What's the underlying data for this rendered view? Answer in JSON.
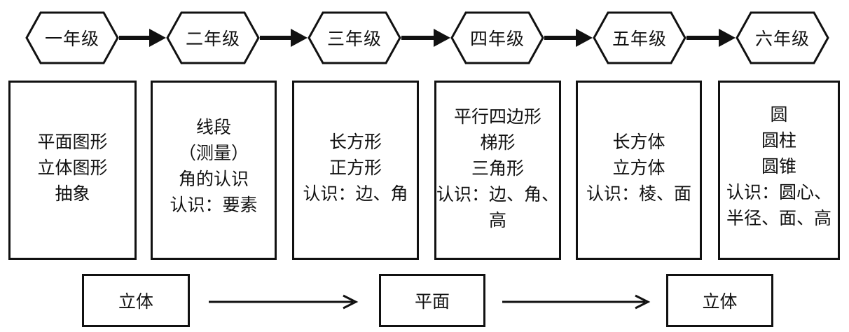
{
  "grades": [
    {
      "label": "一年级",
      "lines": [
        "平面图形",
        "立体图形",
        "抽象"
      ]
    },
    {
      "label": "二年级",
      "lines": [
        "线段",
        "（测量）",
        "角的认识",
        "认识：要素"
      ]
    },
    {
      "label": "三年级",
      "lines": [
        "长方形",
        "正方形",
        "认识：边、角"
      ]
    },
    {
      "label": "四年级",
      "lines": [
        "平行四边形",
        "梯形",
        "三角形",
        "认识：边、角、",
        "高"
      ]
    },
    {
      "label": "五年级",
      "lines": [
        "长方体",
        "立方体",
        "认识：棱、面"
      ]
    },
    {
      "label": "六年级",
      "lines": [
        "圆",
        "圆柱",
        "圆锥",
        "认识：圆心、",
        "半径、面、高"
      ]
    }
  ],
  "progression": [
    "立体",
    "平面",
    "立体"
  ],
  "colors": {
    "stroke": "#111111",
    "background": "#ffffff"
  }
}
